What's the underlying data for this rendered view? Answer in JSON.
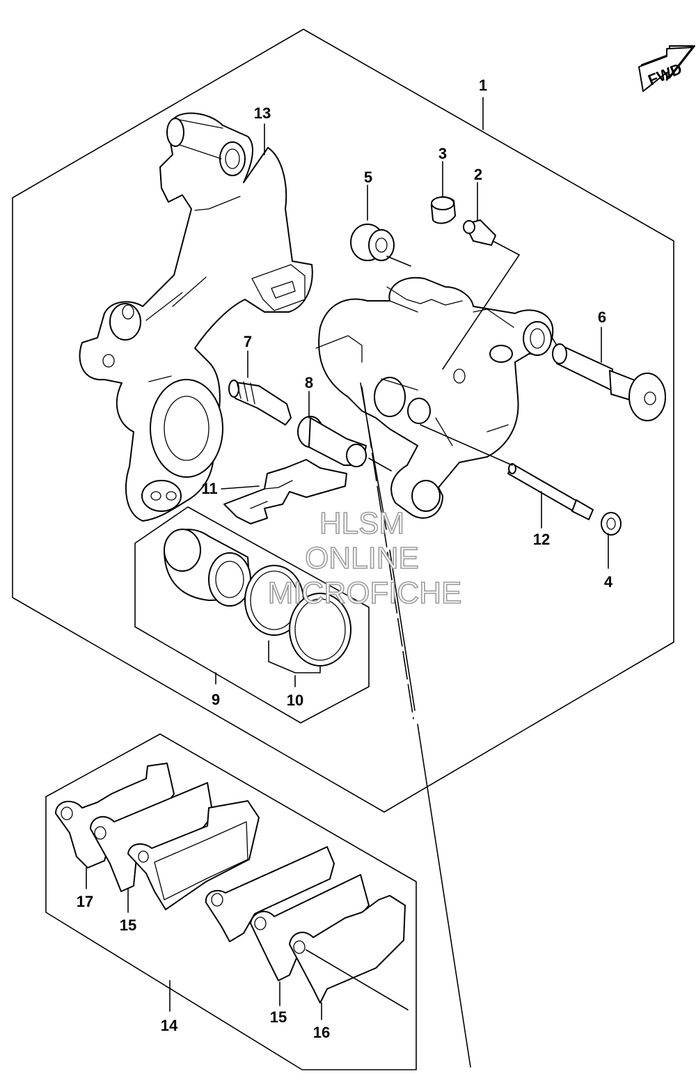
{
  "fwd_label": "FWD",
  "watermark": {
    "line1": "HLSM",
    "line2": "ONLINE",
    "line3": "MICROFICHE"
  },
  "callouts": {
    "c1": "1",
    "c2": "2",
    "c3": "3",
    "c4": "4",
    "c5": "5",
    "c6": "6",
    "c7": "7",
    "c8": "8",
    "c9": "9",
    "c10": "10",
    "c11": "11",
    "c12": "12",
    "c13": "13",
    "c14": "14",
    "c15a": "15",
    "c15b": "15",
    "c16": "16",
    "c17": "17"
  },
  "colors": {
    "line": "#000000",
    "background": "#ffffff",
    "watermark_outline": "#9a9a9a"
  }
}
